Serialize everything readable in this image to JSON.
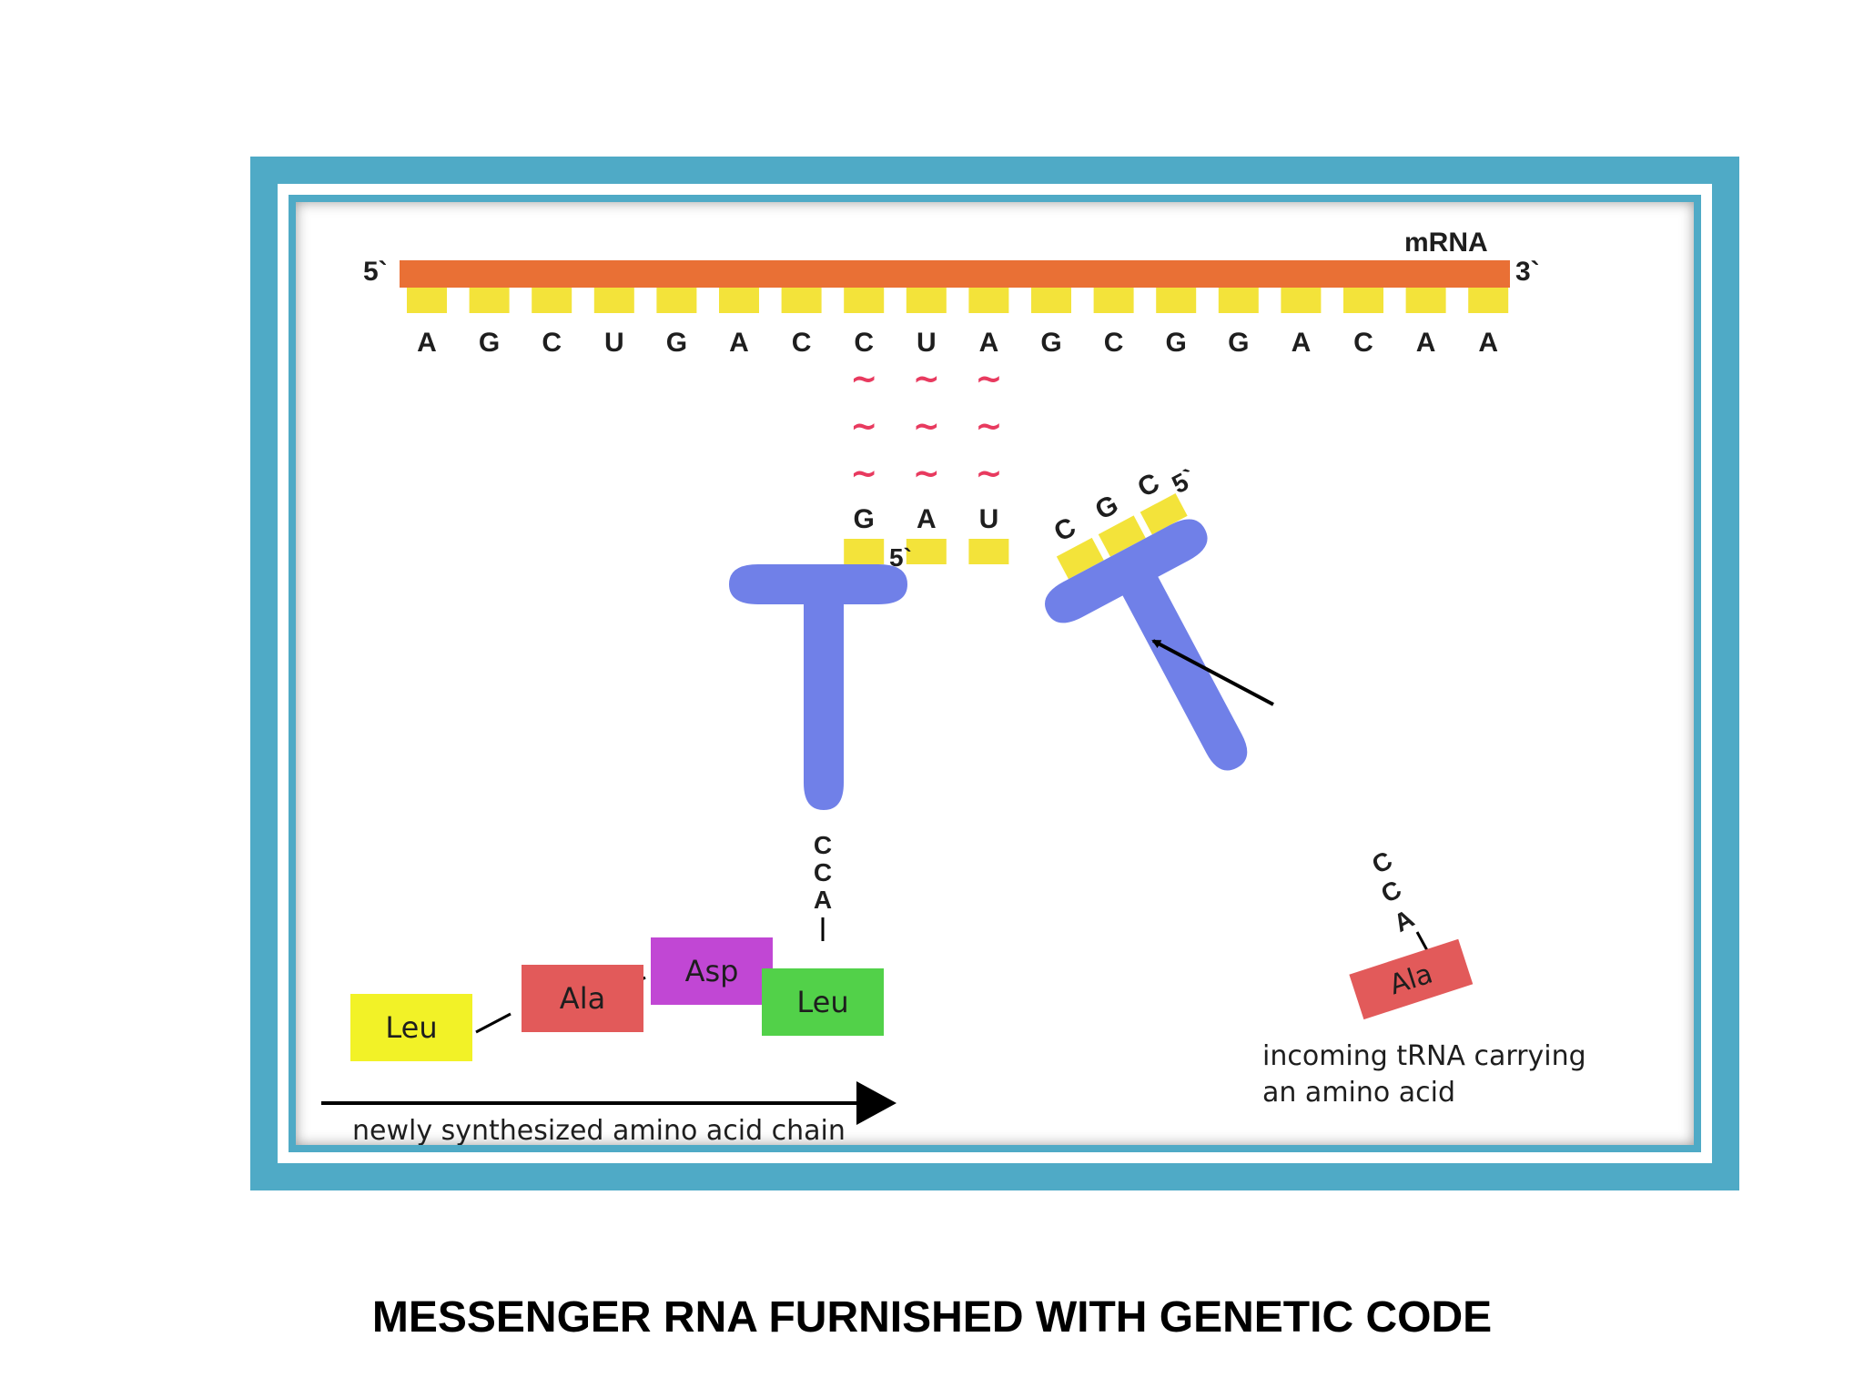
{
  "diagram": {
    "mrna": {
      "label": "mRNA",
      "five_prime": "5`",
      "three_prime": "3`",
      "bases": [
        "A",
        "G",
        "C",
        "U",
        "G",
        "A",
        "C",
        "C",
        "U",
        "A",
        "G",
        "C",
        "G",
        "G",
        "A",
        "C",
        "A",
        "A"
      ],
      "strand_color": "#e97035",
      "base_color": "#f3e33a"
    },
    "pairing_symbol": "~",
    "pairing_color": "#e83a5f",
    "trna_bound": {
      "anticodon": [
        "G",
        "A",
        "U"
      ],
      "five_prime": "5`",
      "acceptor": [
        "C",
        "C",
        "A"
      ],
      "amino_acid": "Leu",
      "color": "#7080e8"
    },
    "trna_incoming": {
      "anticodon": [
        "C",
        "G",
        "C"
      ],
      "five_prime": "5`",
      "acceptor": [
        "C",
        "C",
        "A"
      ],
      "amino_acid": "Ala",
      "color": "#7080e8"
    },
    "chain": [
      {
        "name": "Leu",
        "color": "#f2f227"
      },
      {
        "name": "Ala",
        "color": "#e25a5a"
      },
      {
        "name": "Asp",
        "color": "#c147d4"
      },
      {
        "name": "Leu",
        "color": "#52d149"
      }
    ],
    "chain_label": "newly synthesized amino acid chain",
    "incoming_label": [
      "incoming tRNA carrying",
      "an amino acid"
    ]
  },
  "caption": "MESSENGER  RNA  FURNISHED WITH GENETIC CODE"
}
